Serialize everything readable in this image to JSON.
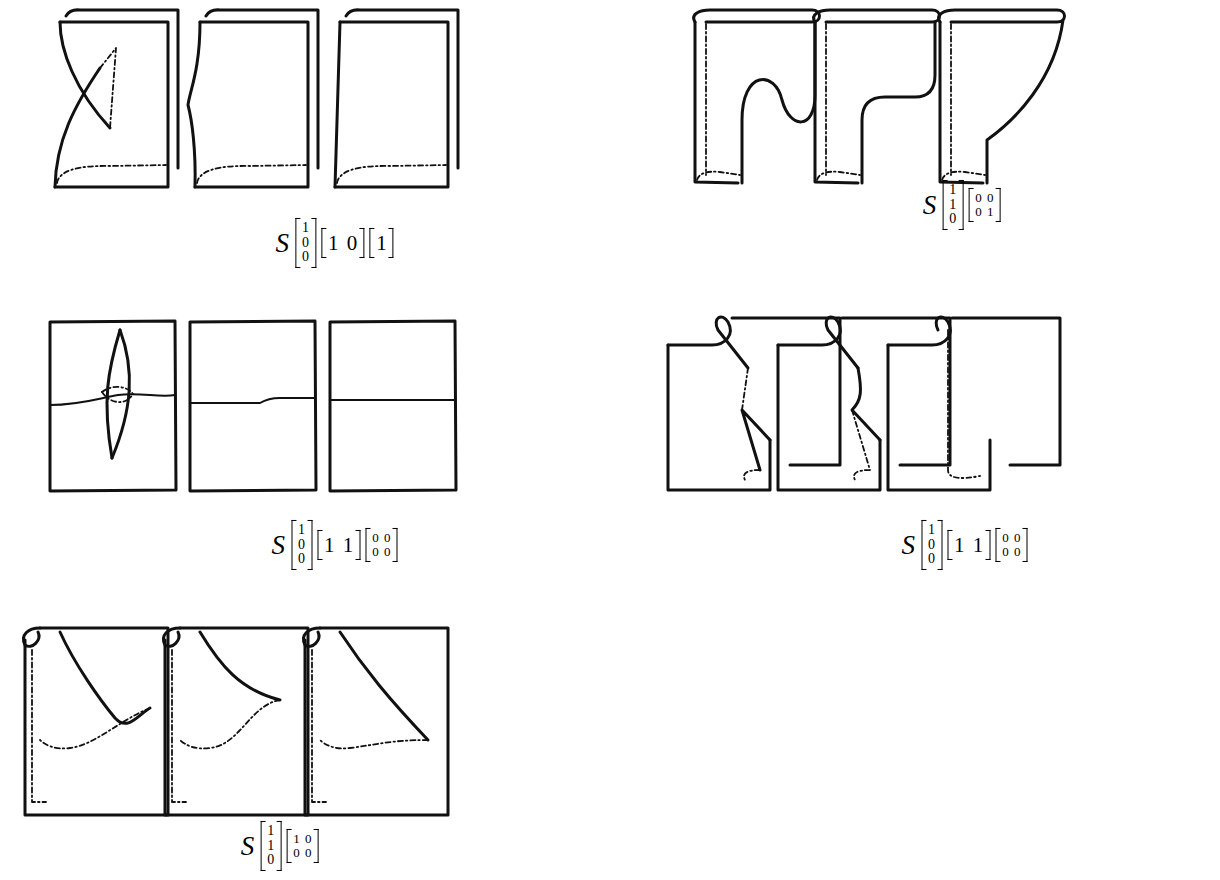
{
  "diagram": {
    "labels": [
      "S",
      "1",
      "0",
      "0",
      "1 0",
      "1",
      "S",
      "1",
      "1",
      "0",
      "0 0",
      "0 1",
      "S",
      "1",
      "0",
      "0",
      "1 1",
      "0 0",
      "0 0",
      "S",
      "1",
      "0",
      "0",
      "1 1",
      "0 0",
      "0 0",
      "S",
      "1",
      "1",
      "0",
      "1 0",
      "0 0"
    ]
  }
}
